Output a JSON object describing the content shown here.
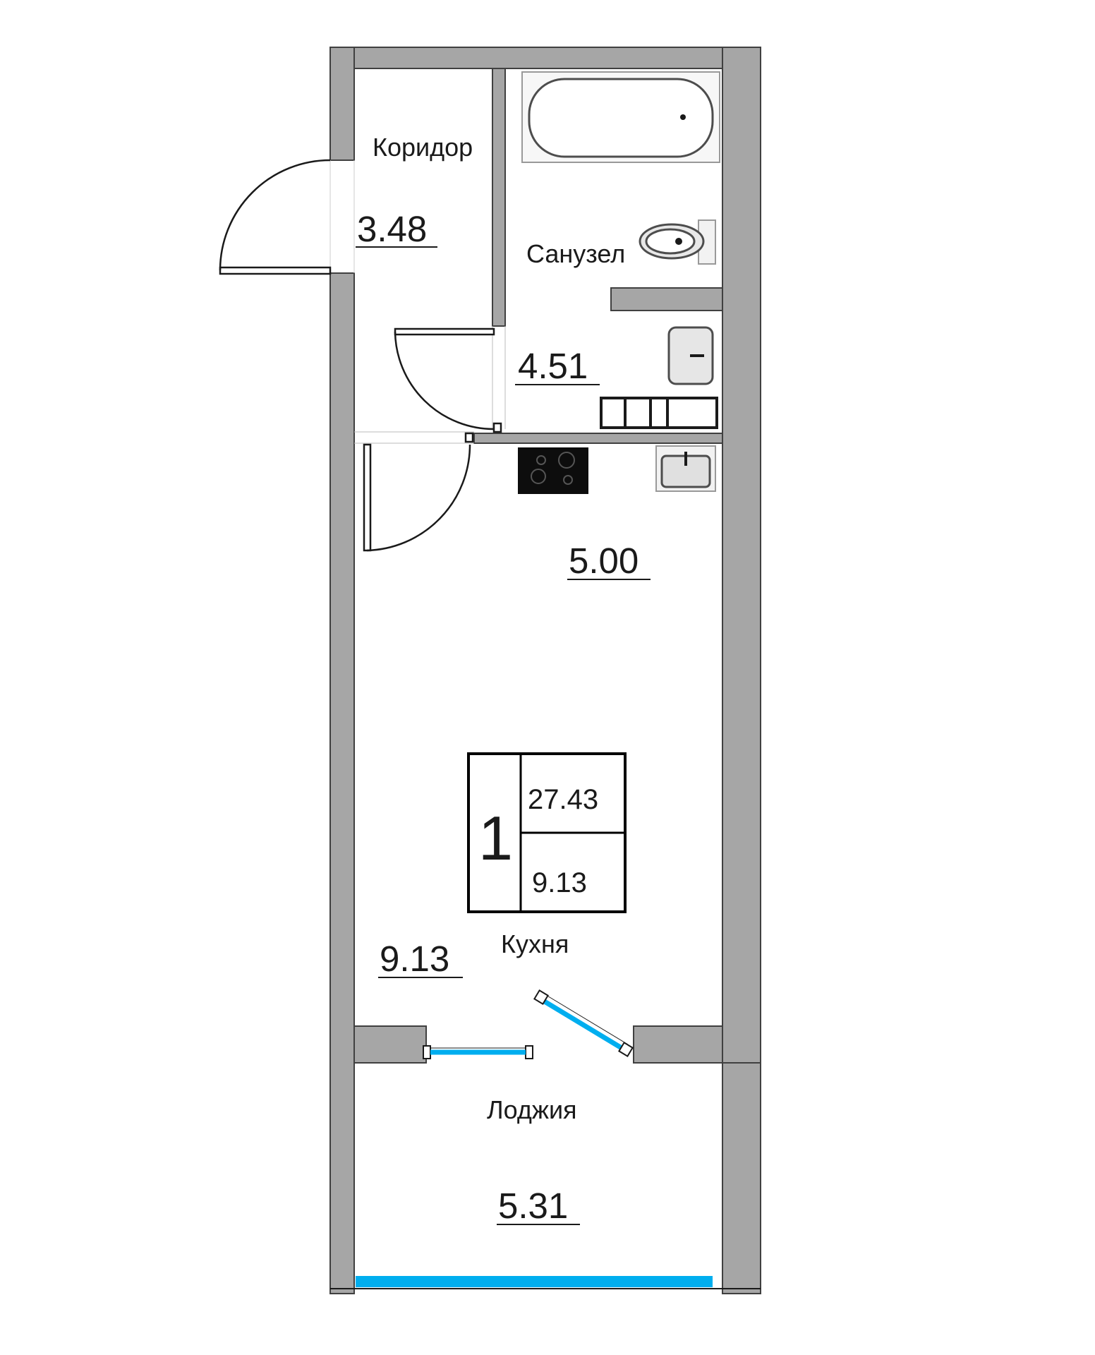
{
  "rooms": {
    "corridor": {
      "name": "Коридор",
      "area": "3.48"
    },
    "bathroom": {
      "name": "Санузел",
      "area": "4.51"
    },
    "hall_area": "5.00",
    "kitchen": {
      "name": "Кухня",
      "area": "9.13"
    },
    "loggia": {
      "name": "Лоджия",
      "area": "5.31"
    }
  },
  "summary_card": {
    "rooms_count": "1",
    "total_area": "27.43",
    "living_area": "9.13"
  },
  "colors": {
    "wall": "#a6a6a6",
    "wall_outline": "#404040",
    "glass": "#00aeef",
    "cooktop": "#0d0d0d",
    "fixture_outline": "#4d4d4d"
  }
}
